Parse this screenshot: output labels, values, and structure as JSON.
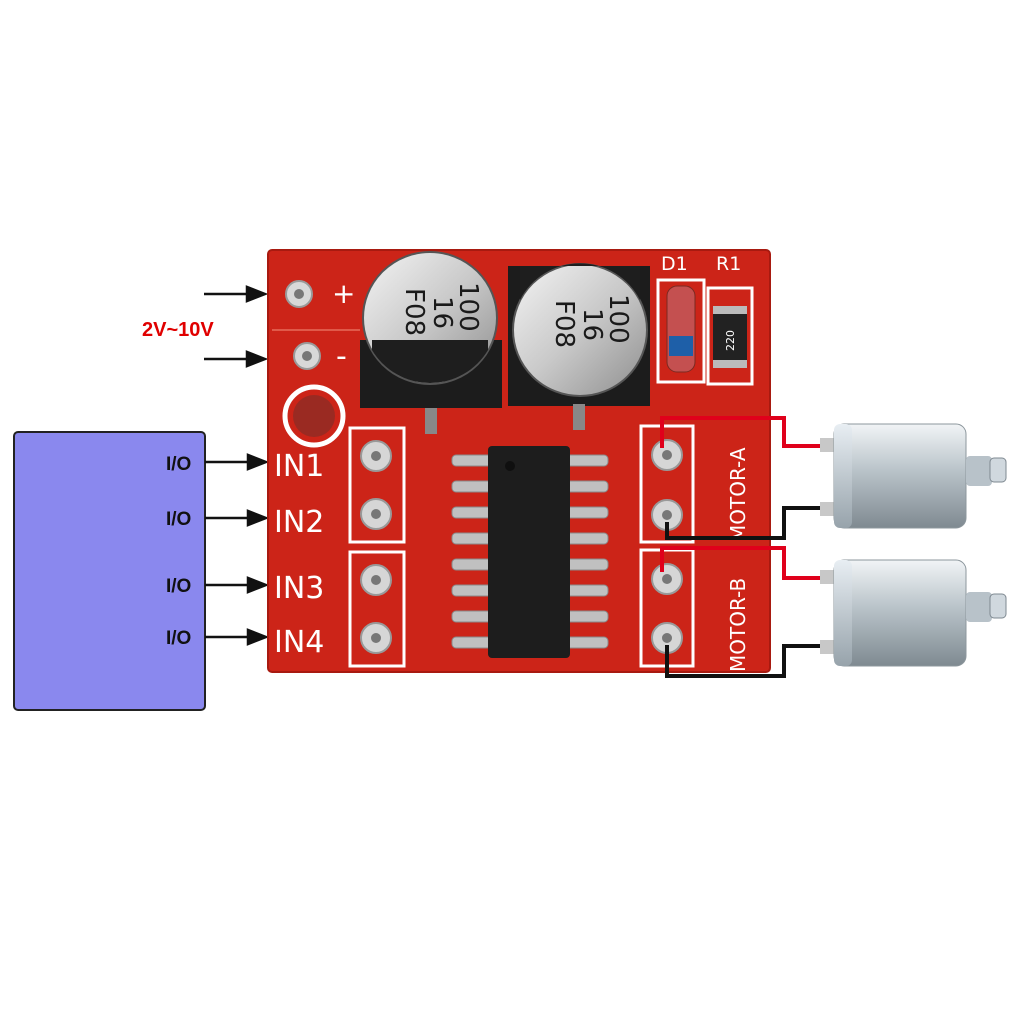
{
  "colors": {
    "pcb": "#cc2418",
    "pcb_dark": "#a81a10",
    "mcu": "#8a88ee",
    "red_wire": "#e0001b",
    "black_wire": "#111111",
    "voltage_text": "#e00000"
  },
  "power": {
    "plus_label": "+",
    "minus_label": "-",
    "voltage_label": "2V~10V"
  },
  "capacitors": [
    {
      "line1": "100",
      "line2": "16",
      "line3": "F08"
    },
    {
      "line1": "100",
      "line2": "16",
      "line3": "F08"
    }
  ],
  "components": {
    "diode_label": "D1",
    "resistor_label": "R1",
    "resistor_code": "220"
  },
  "inputs": [
    {
      "pin_label": "IN1",
      "io_label": "I/O"
    },
    {
      "pin_label": "IN2",
      "io_label": "I/O"
    },
    {
      "pin_label": "IN3",
      "io_label": "I/O"
    },
    {
      "pin_label": "IN4",
      "io_label": "I/O"
    }
  ],
  "outputs": {
    "motor_a_label": "MOTOR-A",
    "motor_b_label": "MOTOR-B"
  }
}
